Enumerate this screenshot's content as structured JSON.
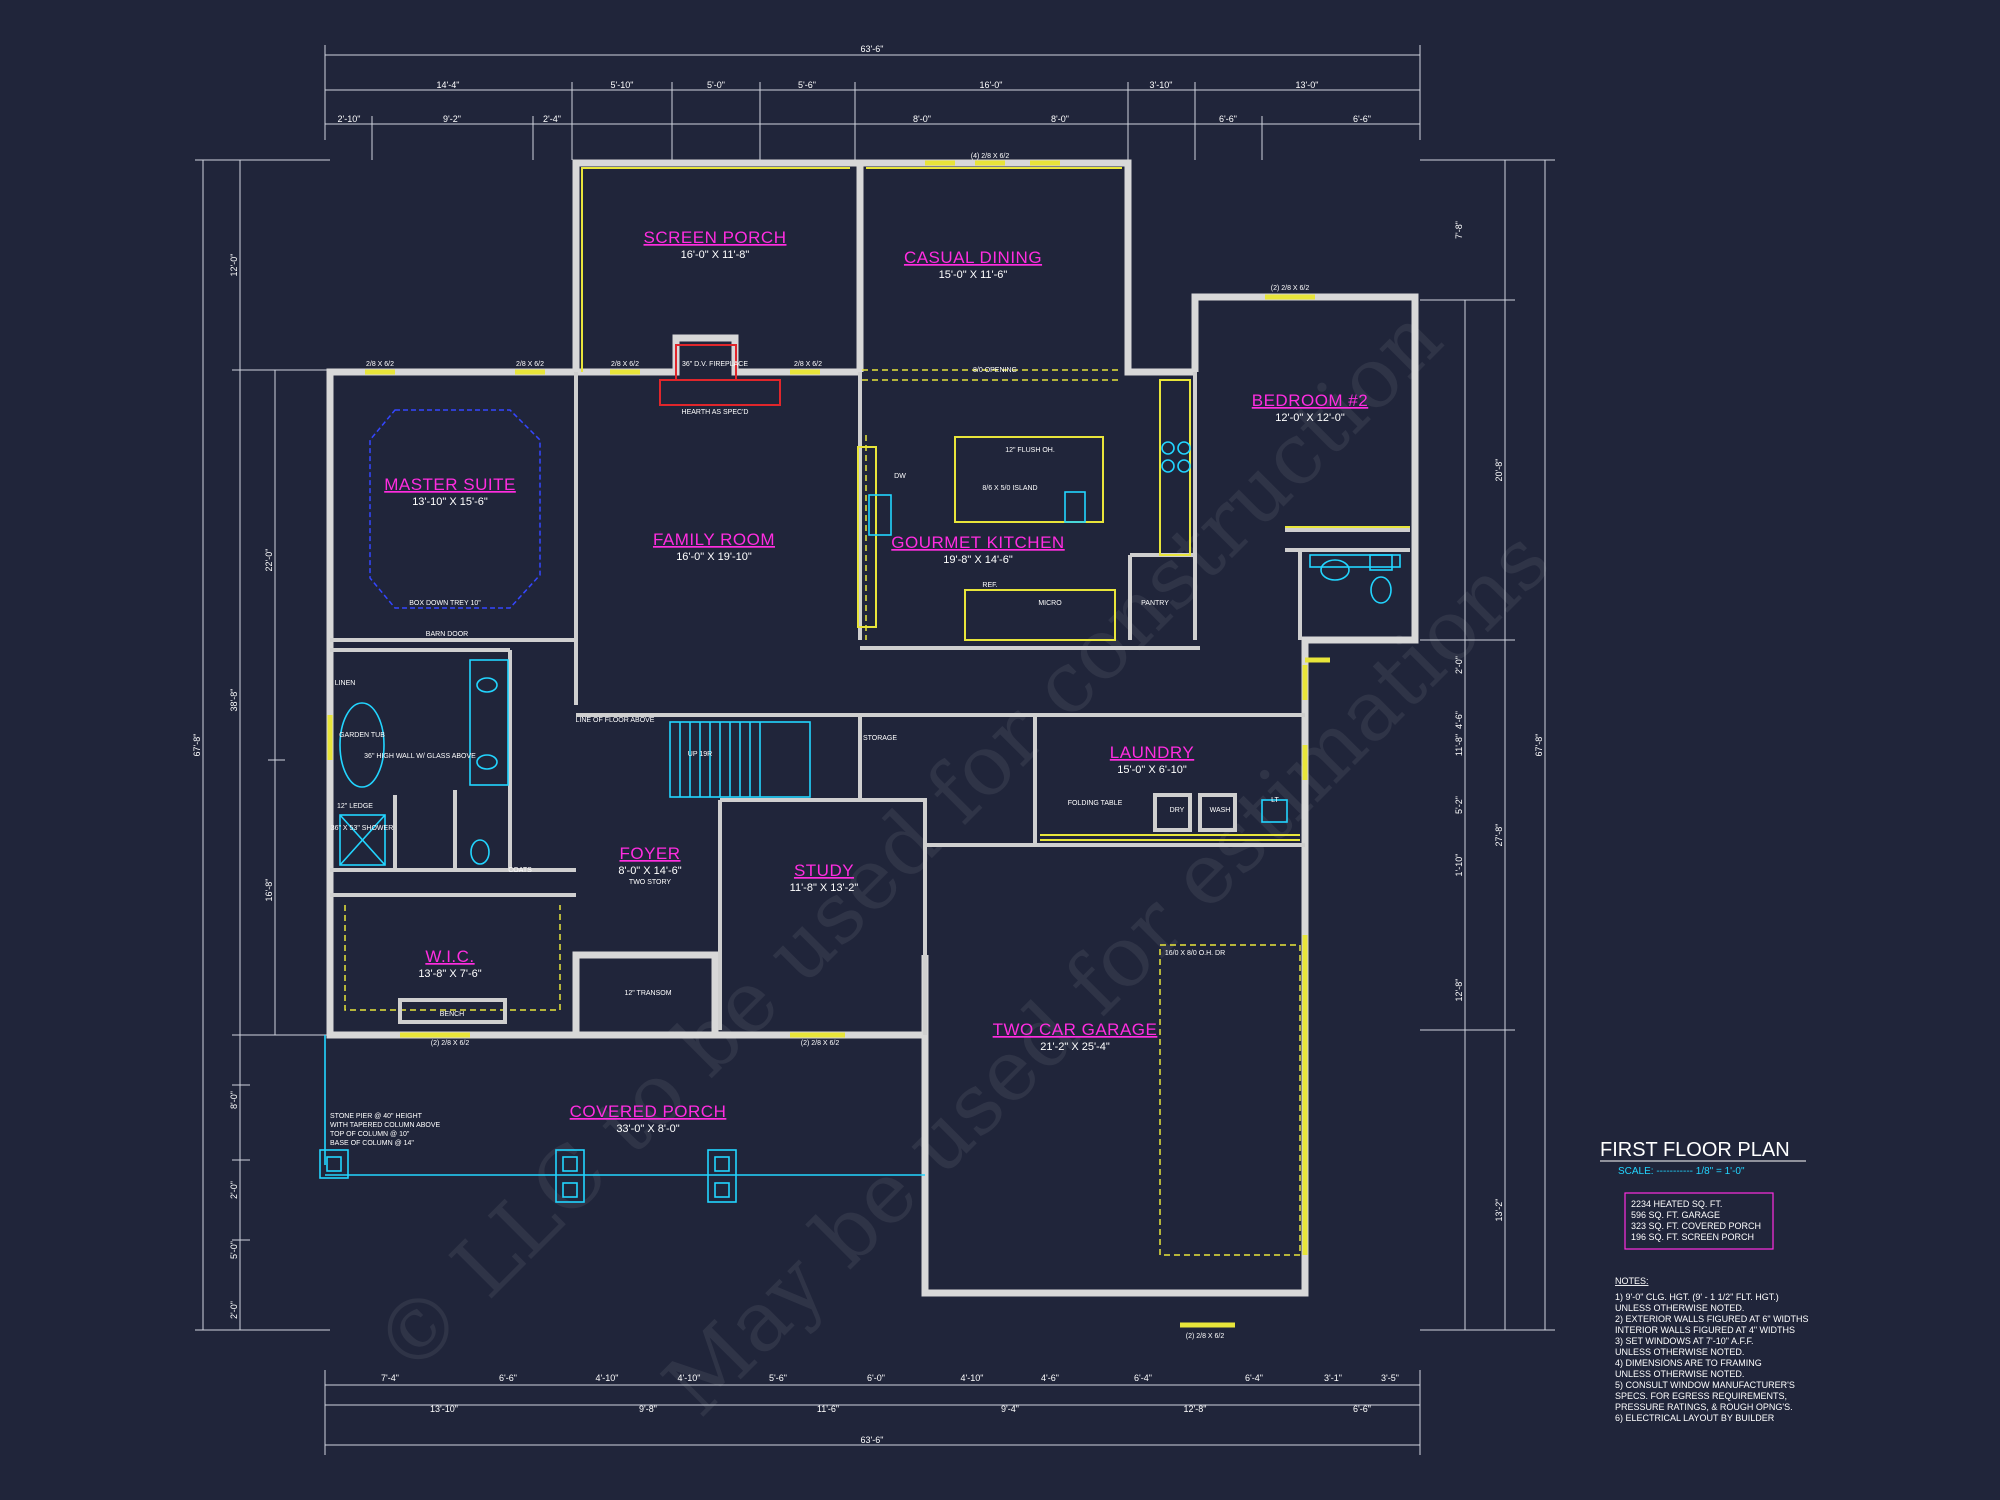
{
  "plan": {
    "title": "FIRST FLOOR PLAN",
    "scale": "SCALE: ----------- 1/8\" = 1'-0\"",
    "areas": [
      "2234 HEATED SQ. FT.",
      "596 SQ. FT. GARAGE",
      "323 SQ. FT. COVERED PORCH",
      "196 SQ. FT. SCREEN PORCH"
    ],
    "notes_title": "NOTES:",
    "notes": [
      "1)  9'-0\" CLG. HGT. (9' - 1 1/2\" FLT. HGT.)",
      "     UNLESS OTHERWISE NOTED.",
      "2)  EXTERIOR WALLS FIGURED AT 6\" WIDTHS",
      "     INTERIOR WALLS FIGURED AT 4\" WIDTHS",
      "3)  SET WINDOWS AT 7'-10\" A.F.F.",
      "     UNLESS OTHERWISE NOTED.",
      "4)  DIMENSIONS ARE TO FRAMING",
      "     UNLESS OTHERWISE NOTED.",
      "5)  CONSULT WINDOW MANUFACTURER'S",
      "     SPECS. FOR EGRESS REQUIREMENTS,",
      "     PRESSURE RATINGS, & ROUGH OPNG'S.",
      "6)  ELECTRICAL LAYOUT BY BUILDER"
    ],
    "watermark": [
      "© LLC to be used for construction",
      "May be used for estimations"
    ]
  },
  "rooms": [
    {
      "name": "SCREEN PORCH",
      "size": "16'-0\" X 11'-8\""
    },
    {
      "name": "CASUAL DINING",
      "size": "15'-0\" X 11'-6\""
    },
    {
      "name": "BEDROOM #2",
      "size": "12'-0\" X 12'-0\""
    },
    {
      "name": "MASTER SUITE",
      "size": "13'-10\" X 15'-6\""
    },
    {
      "name": "FAMILY ROOM",
      "size": "16'-0\" X 19'-10\""
    },
    {
      "name": "GOURMET KITCHEN",
      "size": "19'-8\" X 14'-6\""
    },
    {
      "name": "LAUNDRY",
      "size": "15'-0\" X 6'-10\""
    },
    {
      "name": "FOYER",
      "size": "8'-0\" X 14'-6\""
    },
    {
      "name": "STUDY",
      "size": "11'-8\" X 13'-2\""
    },
    {
      "name": "W.I.C.",
      "size": "13'-8\" X 7'-6\""
    },
    {
      "name": "TWO CAR GARAGE",
      "size": "21'-2\" X 25'-4\""
    },
    {
      "name": "COVERED PORCH",
      "size": "33'-0\" X 8'-0\""
    }
  ],
  "dims": {
    "overall": "63'-6\"",
    "top_row1": [
      "14'-4\"",
      "5'-10\"",
      "5'-0\"",
      "5'-6\"",
      "16'-0\"",
      "3'-10\"",
      "13'-0\""
    ],
    "top_row2": [
      "2'-10\"",
      "9'-2\"",
      "2'-4\"",
      "8'-0\"",
      "8'-0\"",
      "6'-6\"",
      "6'-6\""
    ],
    "bottom_row1": [
      "7'-4\"",
      "6'-6\"",
      "4'-10\"",
      "4'-10\"",
      "5'-6\"",
      "6'-0\"",
      "4'-10\"",
      "4'-6\"",
      "6'-4\"",
      "6'-4\"",
      "3'-1\"",
      "3'-5\""
    ],
    "bottom_row2": [
      "13'-10\"",
      "9'-8\"",
      "11'-6\"",
      "9'-4\"",
      "12'-8\"",
      "6'-6\""
    ],
    "left_outer": "67'-8\"",
    "left_mid": [
      "12'-0\"",
      "38'-8\"",
      "8'-0\"",
      "2'-0\"",
      "5'-0\"",
      "2'-0\""
    ],
    "left_inner": [
      "22'-0\"",
      "16'-8\""
    ],
    "right_outer": "67'-8\"",
    "right_mid": [
      "20'-8\"",
      "27'-8\"",
      "13'-2\""
    ],
    "right_inner": [
      "7'-8\"",
      "2'-0\"",
      "4'-6\"",
      "11'-8\"",
      "5'-2\"",
      "1'-10\"",
      "12'-8\""
    ]
  },
  "labels": {
    "fireplace": "36\" D.V. FIREPLACE",
    "hearth": "HEARTH AS SPEC'D",
    "island": "8/6 X 5/0 ISLAND",
    "flush": "12\" FLUSH OH.",
    "opening": "8/0 OPENING",
    "tray": "BOX DOWN TREY 10\"",
    "barn_door": "BARN DOOR",
    "garden_tub": "GARDEN TUB",
    "glass": "36\" HIGH WALL W/ GLASS ABOVE",
    "pantry": "PANTRY",
    "storage": "STORAGE",
    "stair": "UP 19R",
    "line_floor": "LINE OF FLOOR ABOVE",
    "two_story": "TWO STORY",
    "bench": "BENCH",
    "folding": "FOLDING TABLE",
    "dry": "DRY",
    "wash": "WASH",
    "lt": "LT",
    "garage_door": "16/0 X 8/0 O.H. DR",
    "stone_pier": [
      "STONE PIER @ 40\" HEIGHT",
      "WITH TAPERED COLUMN ABOVE",
      "TOP OF COLUMN @ 10\"",
      "BASE OF COLUMN @ 14\""
    ],
    "linen": "LINEN",
    "coats": "COATS",
    "ref": "REF.",
    "micro": "MICRO",
    "dw": "DW",
    "transom": "12\" TRANSOM",
    "window_42": "(4) 2/8 X 6/2",
    "dbl_window": "(2) 2/8 X 6/2",
    "window": "2/8 X 6/2",
    "ledge": "12\" LEDGE",
    "shower": "36\" X 53\" SHOWER"
  },
  "colors": {
    "background": "#20253a",
    "wall": "#d8d8d8",
    "room_label": "#ff2de0",
    "fixture": "#22d5ff",
    "cabinet": "#e8e53a",
    "fireplace": "#e0262b",
    "tray": "#3446ff"
  }
}
